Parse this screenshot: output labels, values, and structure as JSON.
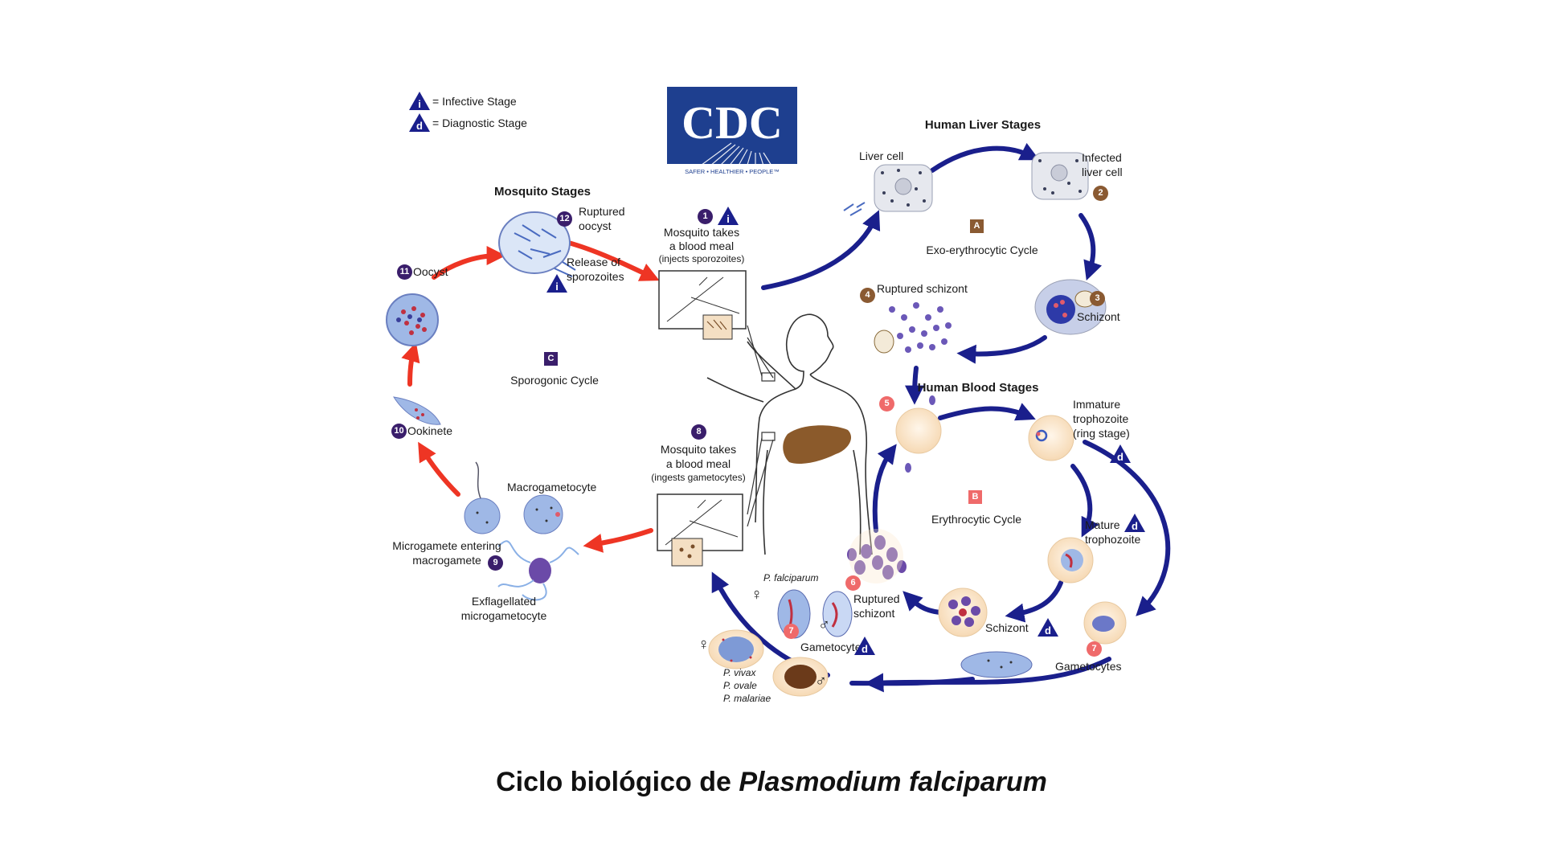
{
  "caption": {
    "text": "Ciclo biológico de ",
    "species": "Plasmodium falciparum"
  },
  "logo": {
    "text": "CDC",
    "tagline": "SAFER • HEALTHIER • PEOPLE™"
  },
  "legend": {
    "infective_symbol": "i",
    "infective": "= Infective Stage",
    "diagnostic_symbol": "d",
    "diagnostic": "= Diagnostic Stage"
  },
  "sections": {
    "liver": "Human Liver Stages",
    "blood": "Human Blood Stages",
    "mosquito": "Mosquito Stages"
  },
  "cycles": {
    "a_letter": "A",
    "a": "Exo-erythrocytic Cycle",
    "b_letter": "B",
    "b": "Erythrocytic Cycle",
    "c_letter": "C",
    "c": "Sporogonic Cycle"
  },
  "steps": {
    "s1_num": "1",
    "s1_line1": "Mosquito takes",
    "s1_line2": "a blood meal",
    "s1_line3": "(injects sporozoites)",
    "s2_num": "2",
    "s2_line1": "Infected",
    "s2_line2": "liver cell",
    "liver_cell": "Liver cell",
    "s3_num": "3",
    "s3": "Schizont",
    "s4_num": "4",
    "s4": "Ruptured schizont",
    "s5_num": "5",
    "immature_line1": "Immature",
    "immature_line2": "trophozoite",
    "immature_line3": "(ring stage)",
    "mature_line1": "Mature",
    "mature_line2": "trophozoite",
    "schizont_blood": "Schizont",
    "s6_num": "6",
    "s6_line1": "Ruptured",
    "s6_line2": "schizont",
    "s7_num": "7",
    "gametocytes": "Gametocytes",
    "s7b_num": "7",
    "gametocytes_b": "Gametocytes",
    "p_falciparum": "P. falciparum",
    "p_vivax": "P. vivax",
    "p_ovale": "P. ovale",
    "p_malariae": "P. malariae",
    "female": "♀",
    "male": "♂",
    "s8_num": "8",
    "s8_line1": "Mosquito takes",
    "s8_line2": "a blood meal",
    "s8_line3": "(ingests gametocytes)",
    "s9_num": "9",
    "macrogametocyte": "Macrogametocyte",
    "microgamete_line1": "Microgamete entering",
    "microgamete_line2": "macrogamete",
    "exflag_line1": "Exflagellated",
    "exflag_line2": "microgametocyte",
    "s10_num": "10",
    "ookinete": "Ookinete",
    "s11_num": "11",
    "oocyst": "Oocyst",
    "s12_num": "12",
    "ruptured_oocyst_line1": "Ruptured",
    "ruptured_oocyst_line2": "oocyst",
    "release_line1": "Release of",
    "release_line2": "sporozoites"
  },
  "colors": {
    "blue_arrow": "#1a1f8c",
    "red_arrow": "#ee3524",
    "rbc": "#fbe7cf",
    "cell_blue": "#9fb8e6",
    "cdc_blue": "#1e3f8f",
    "liver": "#8b5a2b"
  }
}
